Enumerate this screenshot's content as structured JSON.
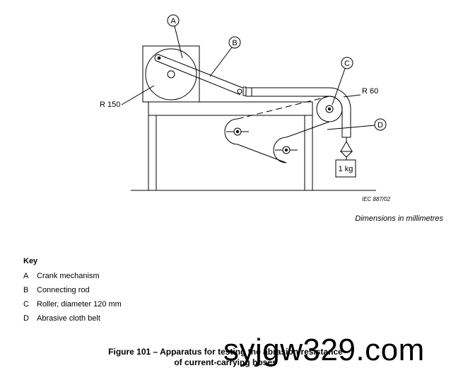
{
  "diagram": {
    "callouts": {
      "a": "A",
      "b": "B",
      "c": "C",
      "d": "D"
    },
    "dimensions": {
      "r150": "R 150",
      "r60": "R 60"
    },
    "weight_label": "1 kg",
    "iec_ref": "IEC   887/02",
    "units_note": "Dimensions in millimetres"
  },
  "key": {
    "title": "Key",
    "items": [
      {
        "letter": "A",
        "text": "Crank mechanism"
      },
      {
        "letter": "B",
        "text": "Connecting rod"
      },
      {
        "letter": "C",
        "text": "Roller, diameter 120 mm"
      },
      {
        "letter": "D",
        "text": "Abrasive cloth belt"
      }
    ]
  },
  "caption": {
    "line1": "Figure 101 – Apparatus for testing the abrasion resistance",
    "line2": "of current-carrying hoses"
  },
  "watermark": "syjgw329.com"
}
